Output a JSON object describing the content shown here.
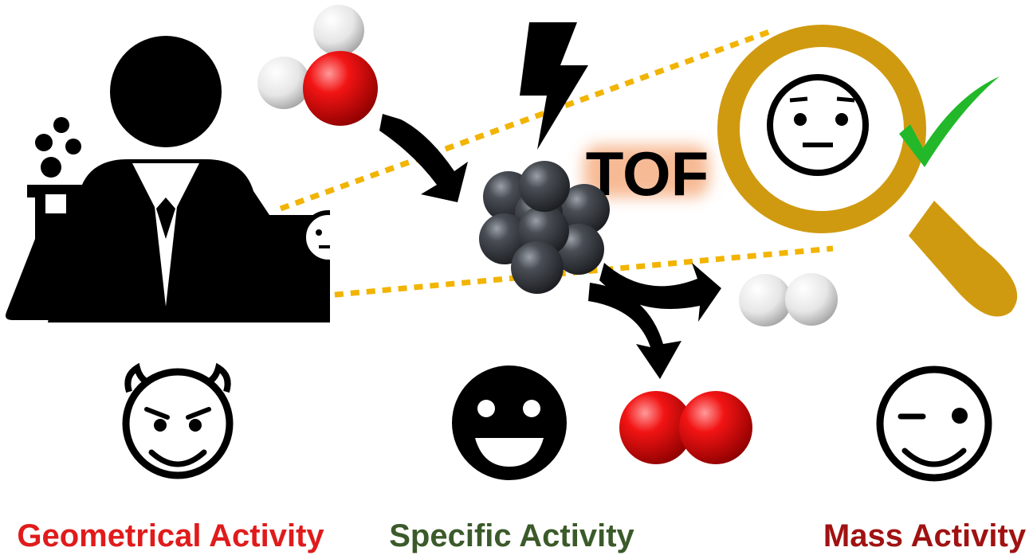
{
  "center_label": "TOF",
  "captions": {
    "geometrical": "Geometrical Activity",
    "specific": "Specific Activity",
    "mass": "Mass Activity"
  },
  "colors": {
    "geometrical": "#e01b1b",
    "specific": "#3b5a2a",
    "mass": "#a01212",
    "magnifier": "#d09a10",
    "dotted_line": "#f2b400",
    "check": "#22b82a",
    "tof_glow": "#f6b48a",
    "oxygen": "#e10d0d",
    "hydrogen": "#dedede",
    "catalyst": "#3a3d42"
  },
  "icons": [
    "scientist-icon",
    "flask-icon",
    "water-molecule-icon",
    "lightning-icon",
    "catalyst-cluster-icon",
    "magnifier-icon",
    "checkmark-icon",
    "neutral-face-icon",
    "devil-face-icon",
    "happy-face-icon",
    "wink-face-icon",
    "hydrogen-molecule-icon",
    "oxygen-molecule-icon"
  ]
}
